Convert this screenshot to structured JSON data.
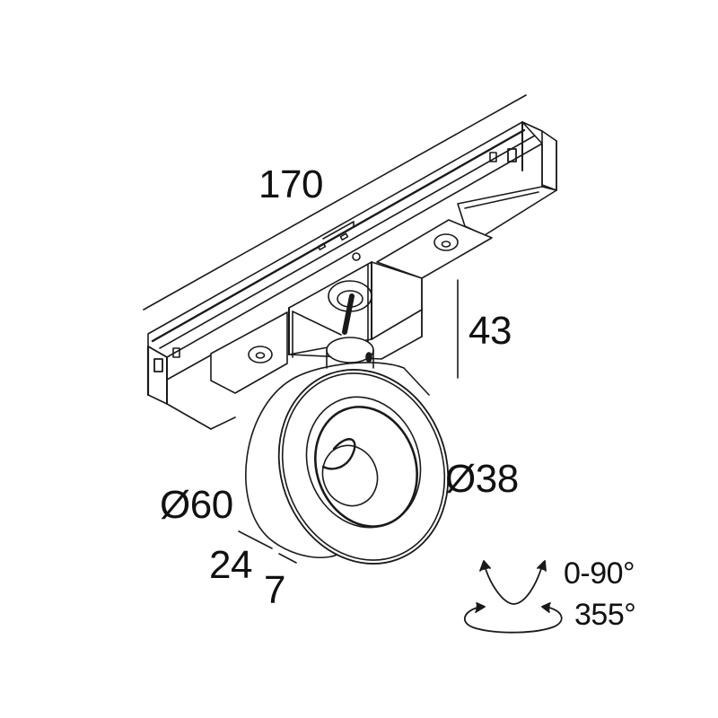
{
  "drawing": {
    "subject": "track-mounted adjustable spotlight technical drawing",
    "colors": {
      "line": "#1a1a1a",
      "background": "#ffffff"
    }
  },
  "dimensions": {
    "length": "170",
    "height": "43",
    "head_diameter": "Ø60",
    "inner_diameter": "Ø38",
    "depth": "24",
    "inset": "7"
  },
  "rotation": {
    "tilt": "0-90°",
    "pan": "355°",
    "tilt_icon": "tilt-arrows-icon",
    "pan_icon": "rotation-arrow-icon"
  }
}
